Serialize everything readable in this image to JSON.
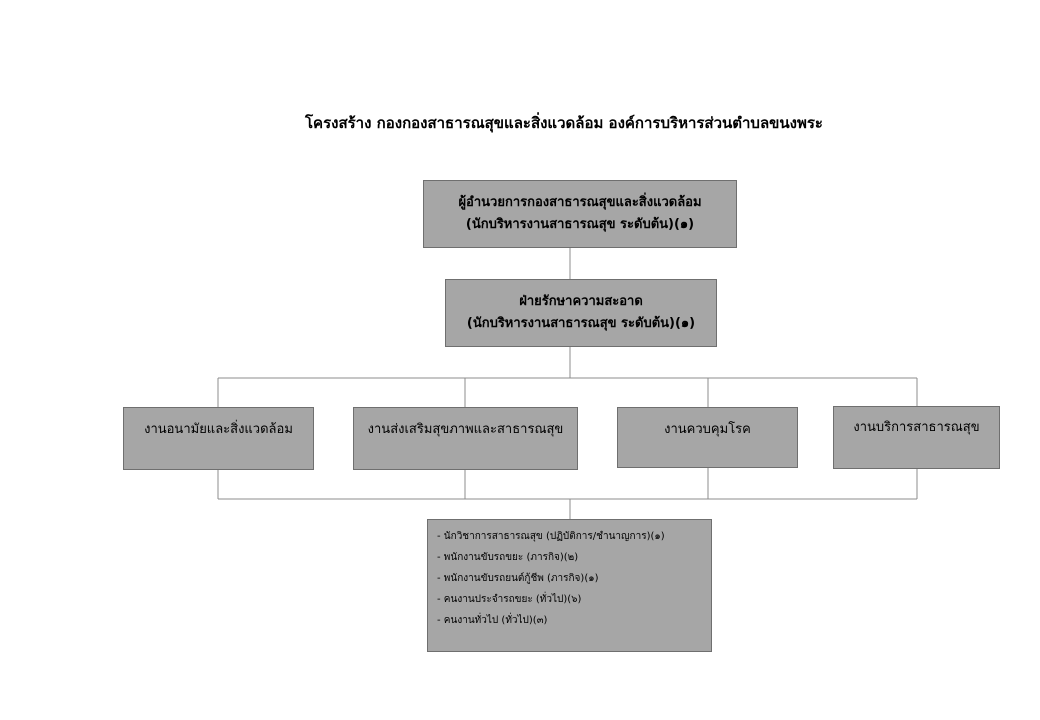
{
  "title": "โครงสร้าง กองกองสาธารณสุขและสิ่งแวดล้อม องค์การบริหารส่วนตำบลขนงพระ",
  "director": {
    "line1": "ผู้อำนวยการกองสาธารณสุขและสิ่งแวดล้อม",
    "line2": "(นักบริหารงานสาธารณสุข  ระดับต้น)(๑)"
  },
  "cleaning_division": {
    "line1": "ฝ่ายรักษาความสะอาด",
    "line2": "(นักบริหารงานสาธารณสุข  ระดับต้น)(๑)"
  },
  "units": [
    {
      "label": "งานอนามัยและสิ่งแวดล้อม"
    },
    {
      "label": "งานส่งเสริมสุขภาพและสาธารณสุข"
    },
    {
      "label": "งานควบคุมโรค"
    },
    {
      "label": "งานบริการสาธารณสุข"
    }
  ],
  "staff": [
    "นักวิชาการสาธารณสุข  (ปฏิบัติการ/ชำนาญการ)(๑)",
    "พนักงานขับรถขยะ  (ภารกิจ)(๒)",
    "พนักงานขับรถยนต์กู้ชีพ  (ภารกิจ)(๑)",
    "คนงานประจำรถขยะ  (ทั่วไป)(๖)",
    "คนงานทั่วไป  (ทั่วไป)(๓)"
  ],
  "colors": {
    "box_fill": "#a6a6a6",
    "box_border": "#6f6f6f",
    "connector": "#8c8c8c"
  }
}
